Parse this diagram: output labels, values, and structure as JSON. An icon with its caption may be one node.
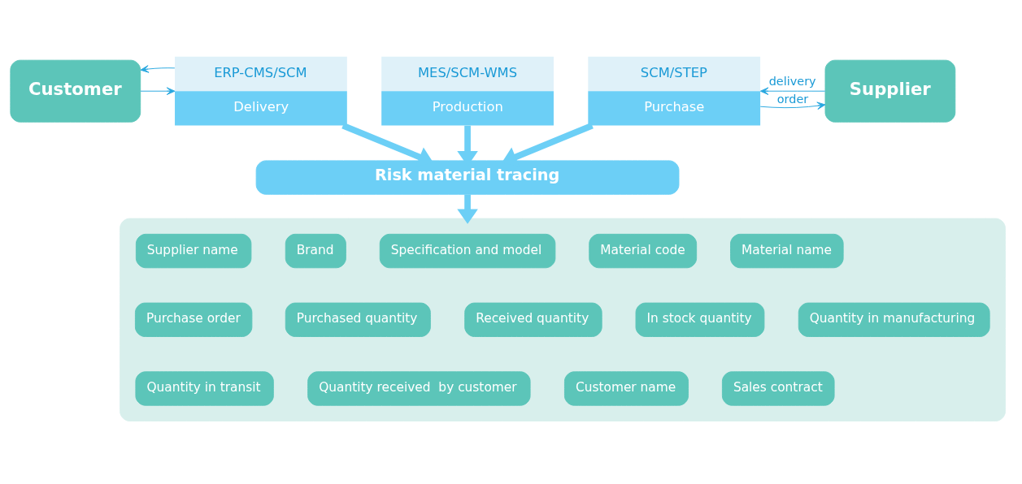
{
  "diagram": {
    "nodes": [
      {
        "text": [
          "Customer"
        ]
      },
      {
        "text": [
          "ERP-CMS/SCM",
          "Delivery"
        ]
      },
      {
        "text": [
          "MES/SCM-WMS",
          "Production"
        ]
      },
      {
        "text": [
          "SCM/STEP",
          "Purchase"
        ]
      },
      {
        "text": [
          "Supplier"
        ]
      },
      {
        "text": [
          "Risk material tracing"
        ]
      },
      {
        "text": [],
        "shape": "box"
      },
      {
        "text": [
          "Supplier name"
        ],
        "in": 6
      },
      {
        "text": [
          "Brand"
        ],
        "in": 6
      },
      {
        "text": [
          "Specification and model"
        ],
        "in": 6
      },
      {
        "text": [
          "Material code"
        ],
        "in": 6
      },
      {
        "text": [
          "Material name"
        ],
        "in": 6
      },
      {
        "text": [
          "Purchase order"
        ],
        "in": 6
      },
      {
        "text": [
          "Purchased quantity"
        ],
        "in": 6
      },
      {
        "text": [
          "Received quantity"
        ],
        "in": 6
      },
      {
        "text": [
          "In stock quantity"
        ],
        "in": 6
      },
      {
        "text": [
          "Quantity in manufacturing"
        ],
        "in": 6
      },
      {
        "text": [
          "Quantity in transit"
        ],
        "in": 6
      },
      {
        "text": [
          "Quantity received  by customer"
        ],
        "in": 6
      },
      {
        "text": [
          "Customer name"
        ],
        "in": 6
      },
      {
        "text": [
          "Sales contract"
        ],
        "in": 6
      }
    ],
    "edges": [
      {
        "from": 0,
        "to": 1,
        "arrow": "to"
      },
      {
        "from": 1,
        "to": 0,
        "arrow": "to"
      },
      {
        "from": 3,
        "to": 4,
        "arrow": "to",
        "label": "order"
      },
      {
        "from": 4,
        "to": 3,
        "arrow": "to",
        "label": "delivery"
      },
      {
        "from": 1,
        "to": 5,
        "arrow": "to",
        "style": "thick",
        "color": "#6ccff6"
      },
      {
        "from": 2,
        "to": 5,
        "arrow": "to",
        "style": "thick",
        "color": "#6ccff6"
      },
      {
        "from": 3,
        "to": 5,
        "arrow": "to",
        "style": "thick",
        "color": "#6ccff6"
      },
      {
        "from": 5,
        "to": 6,
        "arrow": "to",
        "style": "thick",
        "color": "#6ccff6"
      }
    ]
  }
}
